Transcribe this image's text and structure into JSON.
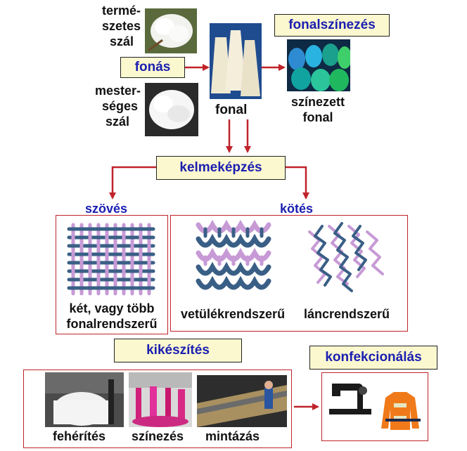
{
  "labels": {
    "natural_fiber": [
      "termé-",
      "szetes",
      "szál"
    ],
    "spinning": "fonás",
    "synthetic_fiber": [
      "mester-",
      "séges",
      "szál"
    ],
    "yarn": "fonal",
    "yarn_dyeing": "fonalszínezés",
    "dyed_yarn": [
      "színezett",
      "fonal"
    ],
    "fabric_forming": "kelmeképzés",
    "weaving": "szövés",
    "knitting": "kötés",
    "weaving_caption": [
      "két, vagy több",
      "fonalrendszerű"
    ],
    "weft_knit": "vetülékrendszerű",
    "warp_knit": "láncrendszerű",
    "finishing": "kikészítés",
    "bleaching": "fehérítés",
    "dyeing": "színezés",
    "printing": "mintázás",
    "garment_making": "konfekcionálás"
  },
  "colors": {
    "arrow": "#c0232a",
    "box_fill": "#fbf8cf",
    "box_text": "#1b1fb0",
    "thread_blue": "#3a5f86",
    "thread_violet": "#c79ad6"
  }
}
